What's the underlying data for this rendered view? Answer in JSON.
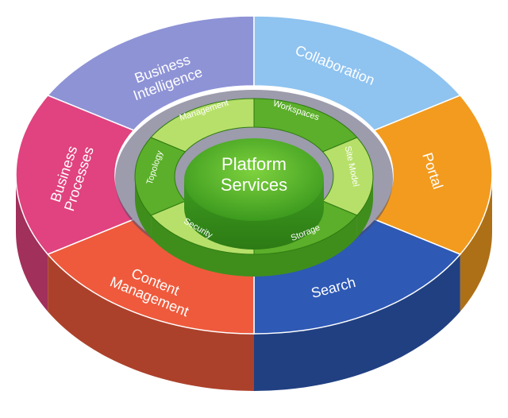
{
  "center": {
    "line1": "Platform",
    "line2": "Services"
  },
  "outer_segments": [
    {
      "label_lines": [
        "Business",
        "Intelligence"
      ],
      "color": "#8E93D6"
    },
    {
      "label_lines": [
        "Collaboration"
      ],
      "color": "#8FC3F0"
    },
    {
      "label_lines": [
        "Portal"
      ],
      "color": "#F29B1E"
    },
    {
      "label_lines": [
        "Search"
      ],
      "color": "#2E59B5"
    },
    {
      "label_lines": [
        "Content",
        "Management"
      ],
      "color": "#EF5A3C"
    },
    {
      "label_lines": [
        "Business",
        "Processes"
      ],
      "color": "#E0437F"
    }
  ],
  "inner_ring_items": [
    "Management",
    "Workspaces",
    "Site Model",
    "Storage",
    "Security",
    "Topology"
  ],
  "inner_ring_colors": {
    "light": "#B7E06A",
    "dark": "#5BAF2A"
  }
}
